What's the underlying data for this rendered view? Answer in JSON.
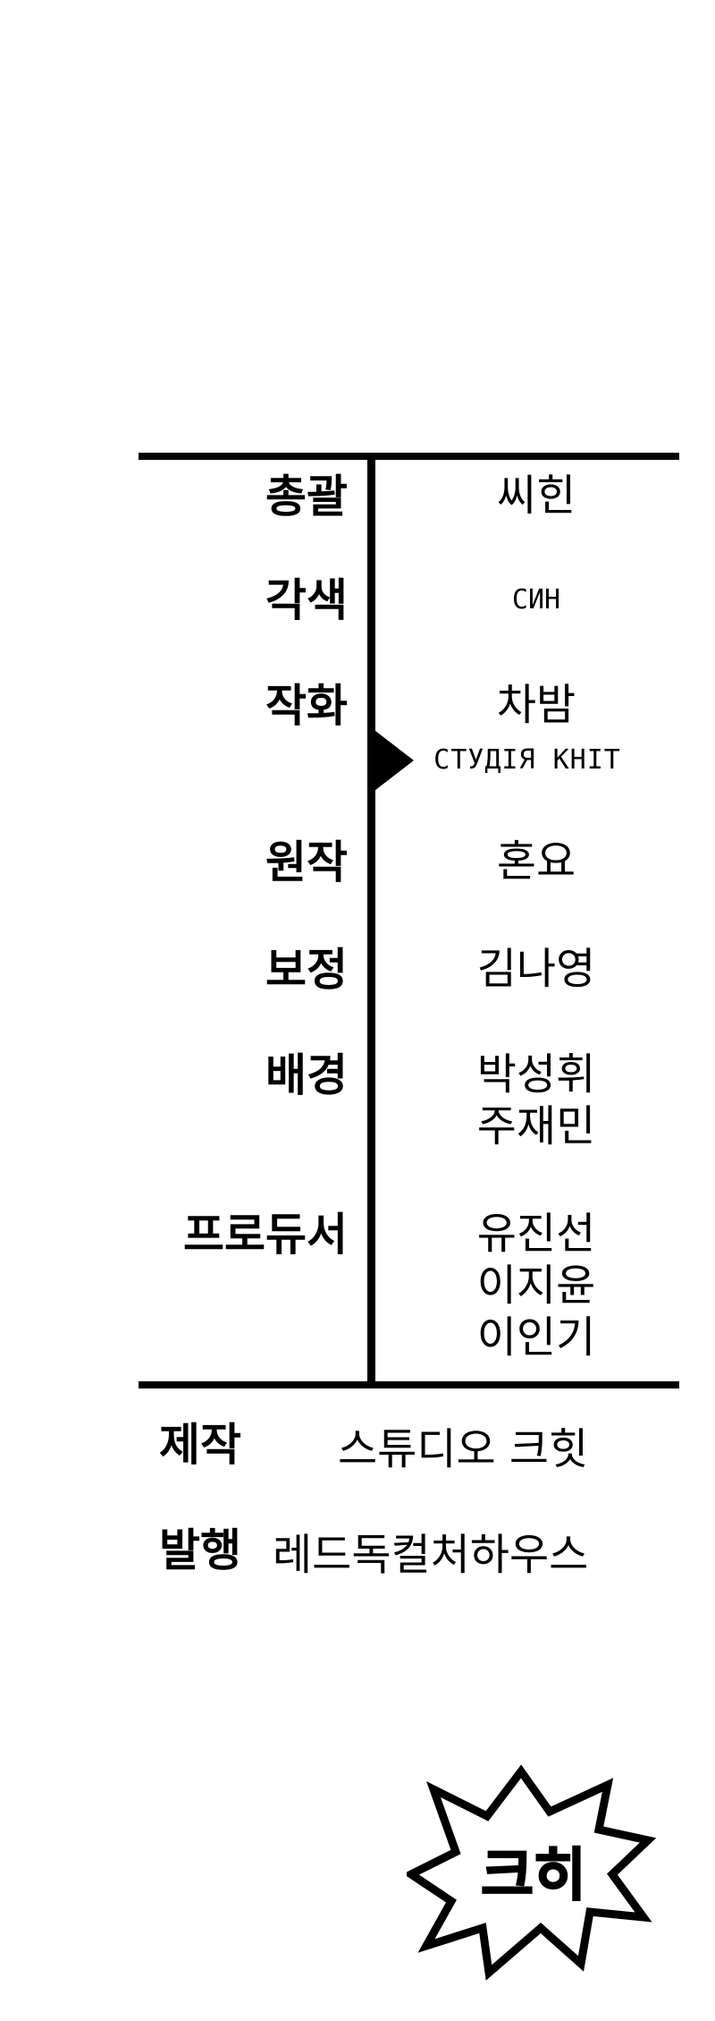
{
  "credits": [
    {
      "role": "총괄",
      "names": [
        "씨힌"
      ]
    },
    {
      "role": "각색",
      "names": [
        "СИН"
      ]
    },
    {
      "role": "작화",
      "names": [
        "차밤"
      ]
    },
    {
      "role": "원작",
      "names": [
        "혼요"
      ]
    },
    {
      "role": "보정",
      "names": [
        "김나영"
      ]
    },
    {
      "role": "배경",
      "names": [
        "박성휘",
        "주재민"
      ]
    },
    {
      "role": "프로듀서",
      "names": [
        "유진선",
        "이지윤",
        "이인기"
      ]
    }
  ],
  "studio_tag": "СТУДІЯ КНІТ",
  "footer": [
    {
      "label": "제작",
      "value": "스튜디오 크힛"
    },
    {
      "label": "발행",
      "value": "레드독컬처하우스"
    }
  ],
  "logo": {
    "text": "크히",
    "icon": "burst-badge-icon"
  }
}
